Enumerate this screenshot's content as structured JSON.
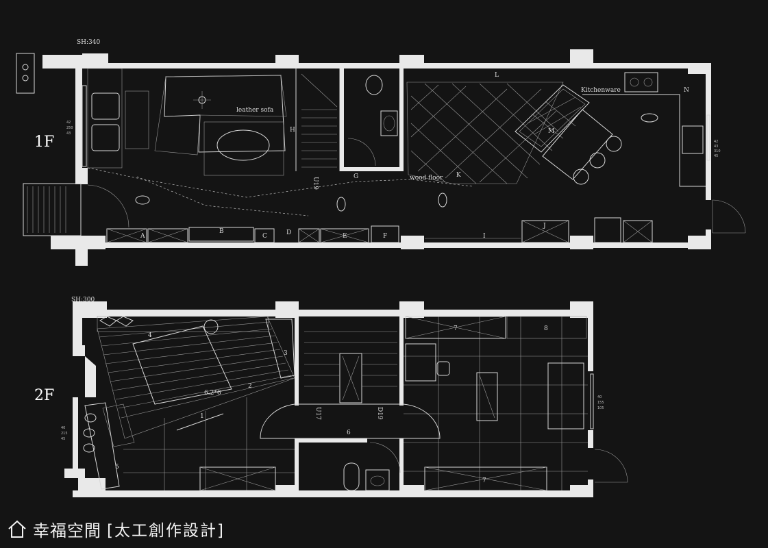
{
  "floor1": {
    "level": "1F",
    "sh": "SH:340",
    "sofa": "leather sofa",
    "floor": "wood floor",
    "kitchen": "Kitchenware",
    "stair": "U19",
    "dim_left": [
      "42",
      "250",
      "43"
    ],
    "dim_right": [
      "42",
      "43",
      "310",
      "45"
    ],
    "letters": [
      "A",
      "B",
      "C",
      "D",
      "E",
      "F",
      "G",
      "H",
      "I",
      "J",
      "K",
      "L",
      "M",
      "N"
    ]
  },
  "floor2": {
    "level": "2F",
    "sh": "SH:300",
    "bed": "6.2*6",
    "stair_up": "U17",
    "stair_down": "D19",
    "dim_left": [
      "40",
      "215",
      "45"
    ],
    "dim_right": [
      "40",
      "155",
      "105"
    ],
    "numbers": [
      "1",
      "2",
      "3",
      "4",
      "5",
      "6",
      "7",
      "7",
      "8"
    ]
  },
  "footer": {
    "brand": "幸福空間",
    "firm": "[太工創作設計]"
  },
  "colors": {
    "background": "#141414",
    "wall": "#e9e9e9",
    "line": "#d8d8d8"
  }
}
